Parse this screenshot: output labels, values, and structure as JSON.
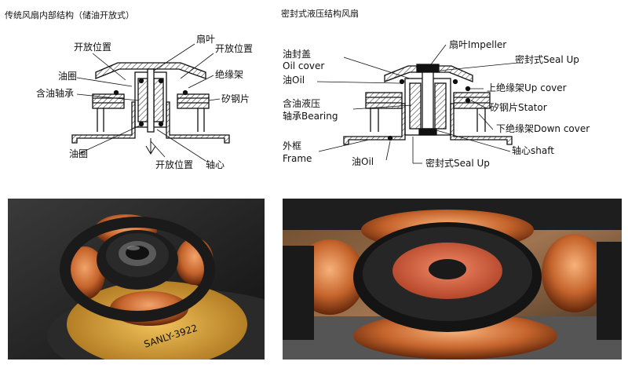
{
  "diagram": {
    "left": {
      "title": "传统风扇内部结构（储油开放式）",
      "labels": {
        "open_top_left": "开放位置",
        "blade": "扇叶",
        "open_top_right": "开放位置",
        "oil_ring_top": "油圈",
        "insulator": "绝缘架",
        "oil_bearing": "含油轴承",
        "silicon_steel": "矽钢片",
        "oil_ring_bottom": "油圈",
        "open_bottom": "开放位置",
        "shaft": "轴心"
      }
    },
    "right": {
      "title": "密封式液压结构风扇",
      "labels": {
        "impeller": "扇叶Impeller",
        "oil_cover_cn": "油封盖",
        "oil_cover_en": "Oil cover",
        "seal_up_top": "密封式Seal Up",
        "oil_top": "油Oil",
        "up_cover": "上绝缘架Up cover",
        "bearing_cn": "含油液压",
        "bearing_en": "轴承Bearing",
        "stator": "矽钢片Stator",
        "down_cover": "下绝缘架Down cover",
        "frame_cn": "外框",
        "frame_en": "Frame",
        "shaft": "轴心shaft",
        "oil_bottom": "油Oil",
        "seal_up_bottom": "密封式Seal Up"
      }
    }
  },
  "photos": {
    "left_label": "SANLY-3922",
    "colors": {
      "coil": "#c5642c",
      "core": "#1c1c1c",
      "pcb": "#d89a32",
      "seal": "#d85a3c"
    }
  }
}
